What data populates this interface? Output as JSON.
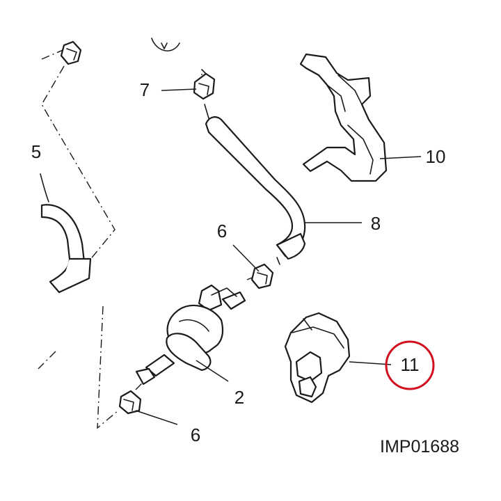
{
  "diagram": {
    "reference_code": "IMP01688",
    "callouts": [
      {
        "id": "label-5",
        "text": "5"
      },
      {
        "id": "label-7",
        "text": "7"
      },
      {
        "id": "label-10",
        "text": "10"
      },
      {
        "id": "label-8",
        "text": "8"
      },
      {
        "id": "label-6-upper",
        "text": "6"
      },
      {
        "id": "label-2",
        "text": "2"
      },
      {
        "id": "label-6-lower",
        "text": "6"
      },
      {
        "id": "label-11",
        "text": "11"
      }
    ],
    "highlight": {
      "callout": "11",
      "color": "#d0101e"
    },
    "line_color": "#1a1a1a"
  }
}
